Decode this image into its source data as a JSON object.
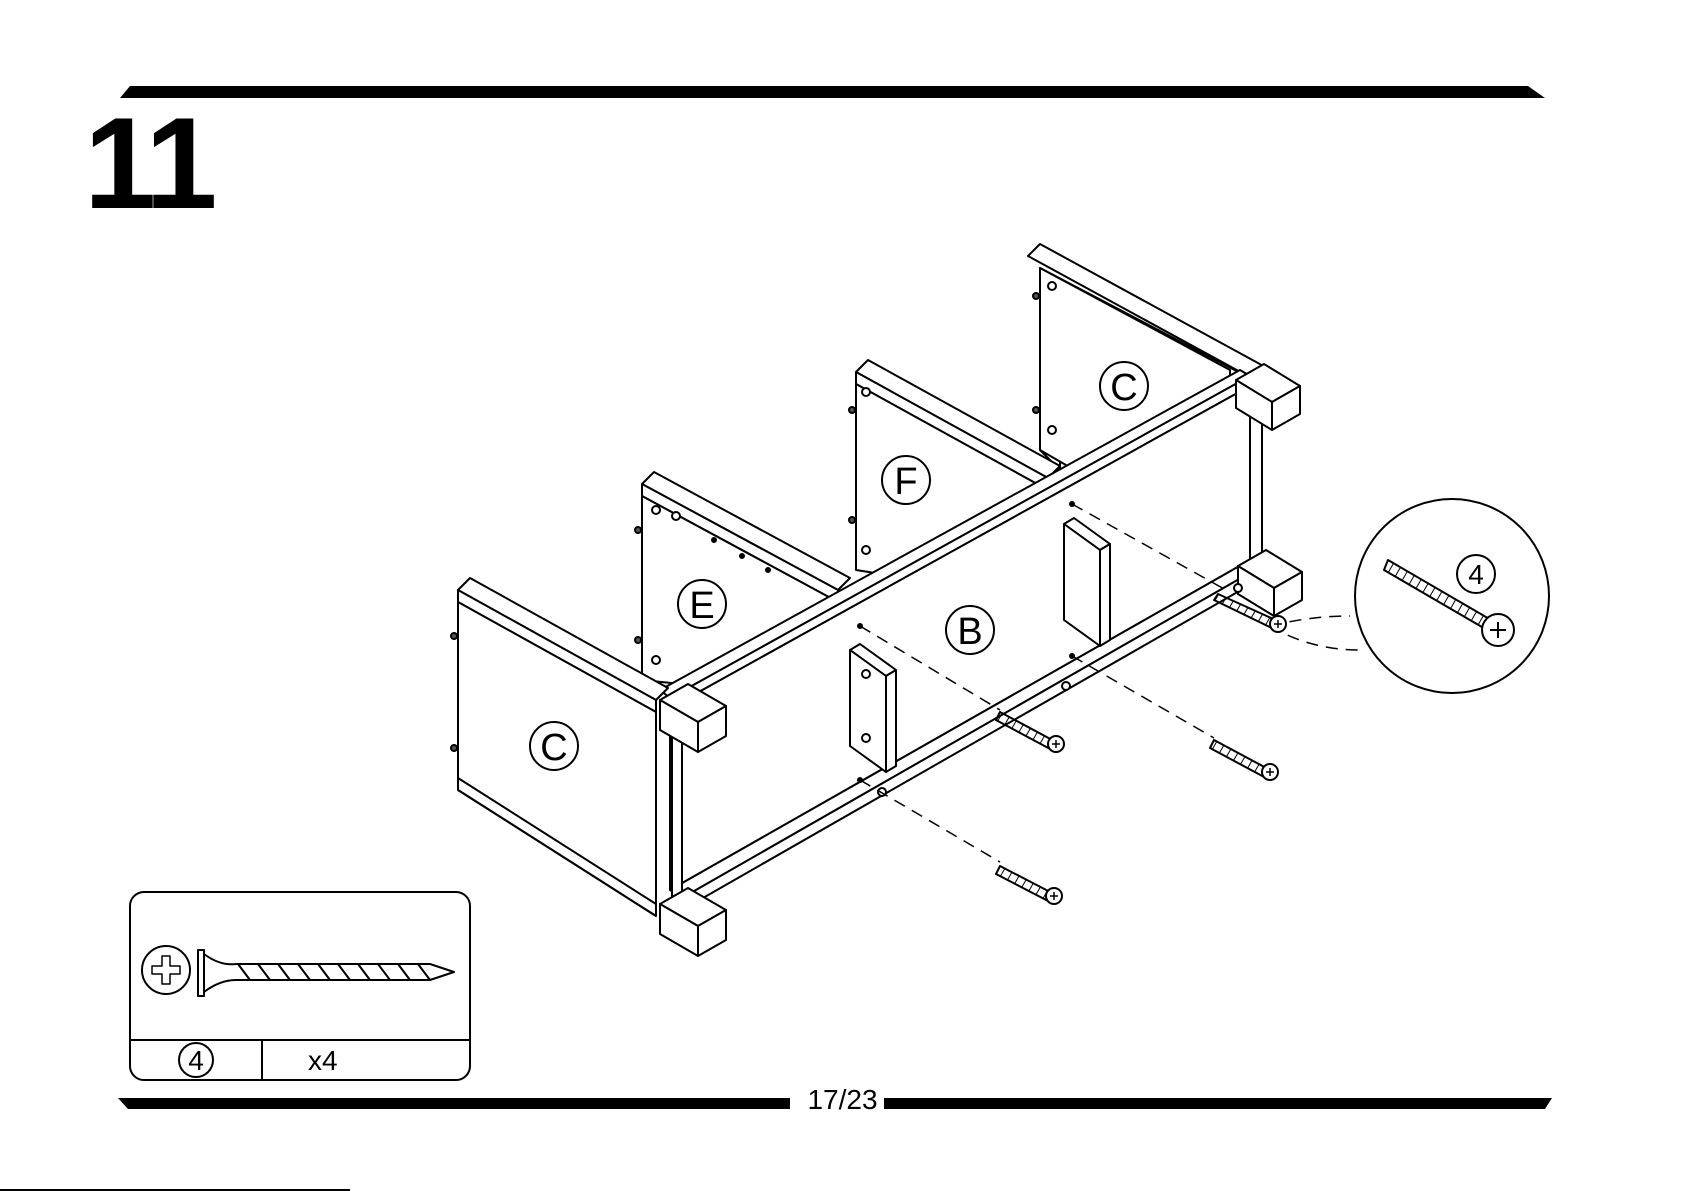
{
  "step": {
    "number": "11"
  },
  "panels": {
    "c_front": "C",
    "c_back": "C",
    "e": "E",
    "f": "F",
    "b": "B"
  },
  "detail": {
    "part_number": "4"
  },
  "parts_box": {
    "part_number": "4",
    "quantity": "x4"
  },
  "footer": {
    "page": "17/23"
  }
}
